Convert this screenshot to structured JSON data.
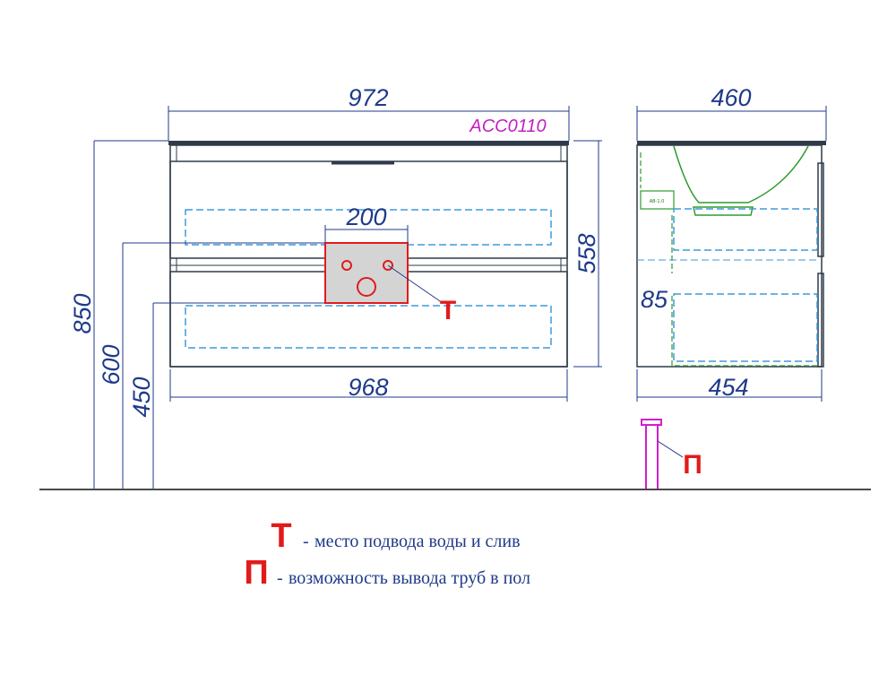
{
  "model": "ACC0110",
  "dimensions": {
    "top_width": "972",
    "body_width": "968",
    "height_total": "850",
    "height_600": "600",
    "height_450": "450",
    "height_558": "558",
    "cutout_width": "200",
    "side_depth_top": "460",
    "side_depth_bottom": "454",
    "side_85": "85"
  },
  "markers": {
    "t": "Т",
    "p": "П"
  },
  "legend": [
    {
      "key": "Т",
      "dash": "-",
      "text": "место подвода воды и слив"
    },
    {
      "key": "П",
      "dash": "-",
      "text": "возможность вывода труб в пол"
    }
  ],
  "basin_label": "AB-1.0",
  "colors": {
    "dimension": "#1f3a8a",
    "model": "#c21ec2",
    "marker": "#e11b1b",
    "outline": "#2f3b4a",
    "dashed": "#3f9adb",
    "basin": "#2e9b2e",
    "pipe": "#d21fcf"
  }
}
